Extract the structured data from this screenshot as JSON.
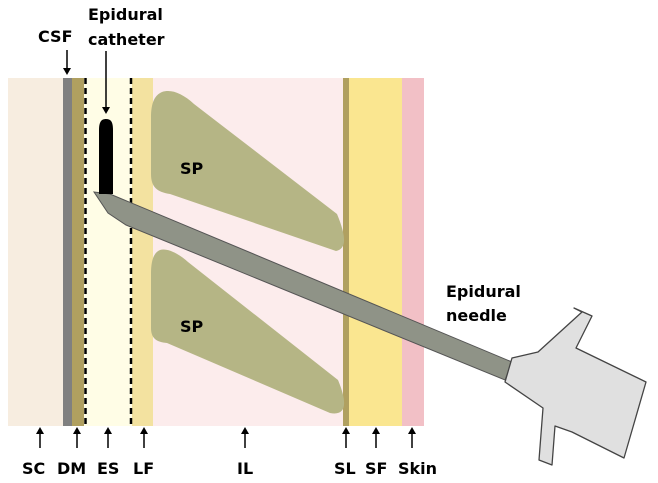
{
  "labels": {
    "csf": "CSF",
    "catheter_line1": "Epidural",
    "catheter_line2": "catheter",
    "needle_line1": "Epidural",
    "needle_line2": "needle",
    "sp_upper": "SP",
    "sp_lower": "SP",
    "sc": "SC",
    "dm": "DM",
    "es": "ES",
    "lf": "LF",
    "il": "IL",
    "sl": "SL",
    "sf": "SF",
    "skin": "Skin"
  },
  "colors": {
    "spinal_cord": "#f7ede0",
    "csf": "#808080",
    "dura_mater": "#b0a060",
    "epidural_space": "#fffde6",
    "ligamentum_flavum": "#f3e2a0",
    "interspinous_ligament": "#fcecec",
    "spinous_process": "#b5b585",
    "supraspinous_ligament": "#b0a060",
    "subcutaneous_fat": "#fae690",
    "skin": "#f2c0c6",
    "needle": "#8f9387",
    "needle_hub": "#e0e0e0",
    "catheter": "#000000"
  }
}
